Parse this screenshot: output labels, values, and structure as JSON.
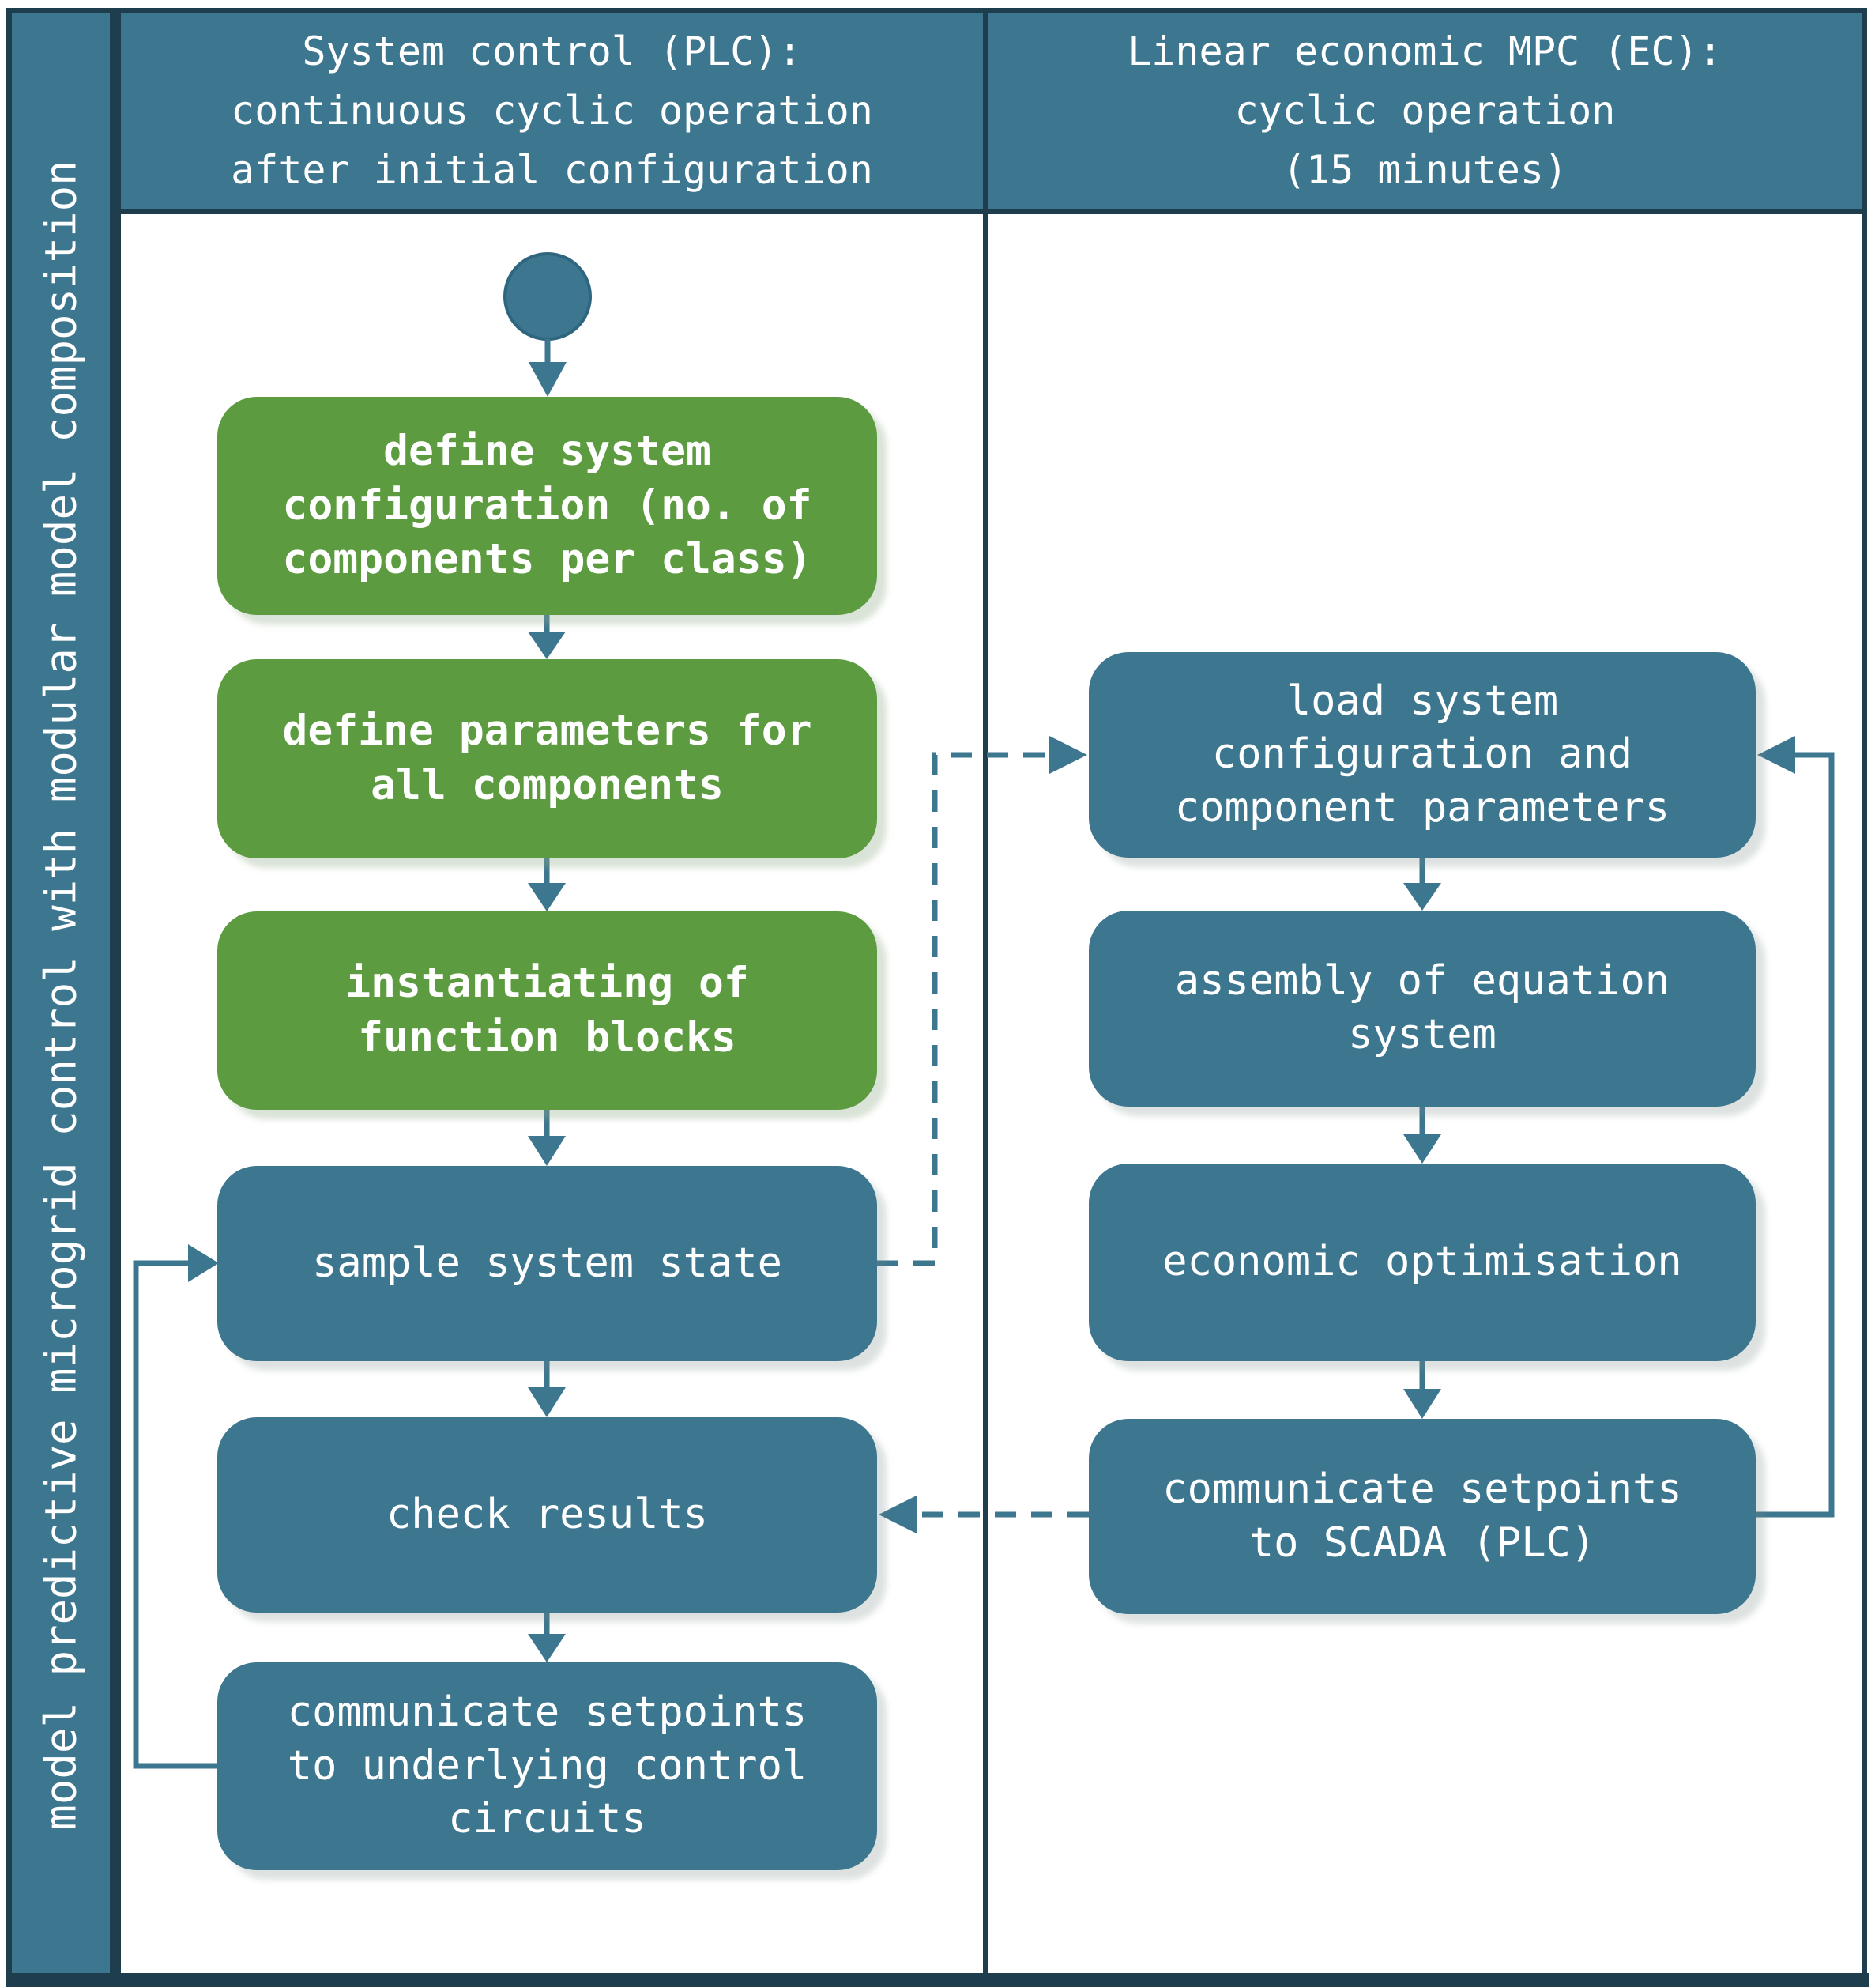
{
  "sidebar": {
    "title": "model predictive microgrid control with modular model composition"
  },
  "lanes": {
    "plc": {
      "header": "System control (PLC):\ncontinuous cyclic operation\nafter initial configuration",
      "steps": {
        "define_configuration": "define system configuration (no. of components per class)",
        "define_parameters": "define parameters for all components",
        "instantiate_blocks": "instantiating of function blocks",
        "sample_state": "sample system state",
        "check_results": "check results",
        "communicate_circuits": "communicate setpoints to underlying control circuits"
      }
    },
    "ec": {
      "header": "Linear economic MPC (EC):\ncyclic operation\n(15 minutes)",
      "steps": {
        "load_configuration": "load system configuration and component parameters",
        "assemble_equations": "assembly of equation system",
        "economic_optimisation": "economic optimisation",
        "communicate_scada": "communicate setpoints to SCADA (PLC)"
      }
    }
  },
  "colors": {
    "teal": "#3d768f",
    "green": "#5c9b3f",
    "border": "#1e3d4d",
    "background": "#ffffff",
    "text": "#ffffff"
  }
}
